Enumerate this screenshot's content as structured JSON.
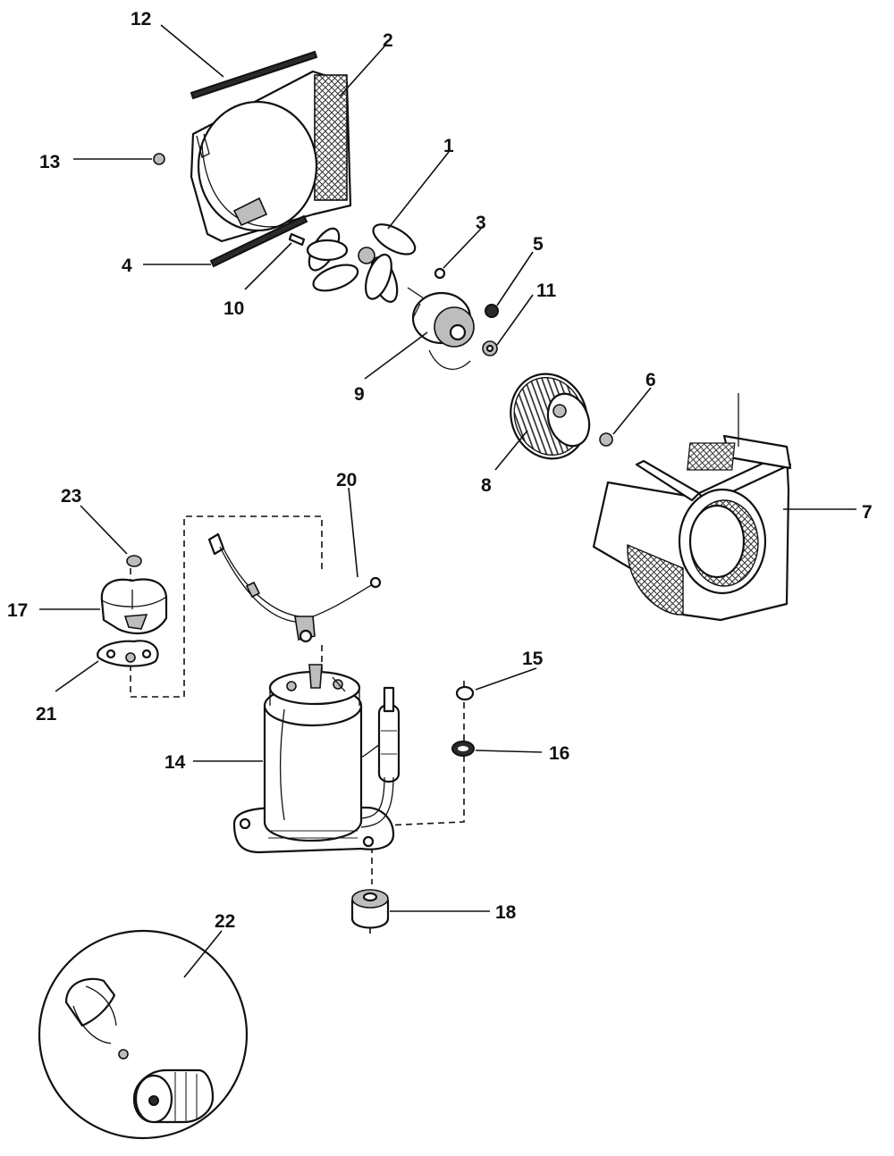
{
  "diagram": {
    "callouts": [
      {
        "id": "12",
        "label": "12"
      },
      {
        "id": "2",
        "label": "2"
      },
      {
        "id": "13",
        "label": "13"
      },
      {
        "id": "1",
        "label": "1"
      },
      {
        "id": "3",
        "label": "3"
      },
      {
        "id": "5",
        "label": "5"
      },
      {
        "id": "4",
        "label": "4"
      },
      {
        "id": "10",
        "label": "10"
      },
      {
        "id": "11",
        "label": "11"
      },
      {
        "id": "9",
        "label": "9"
      },
      {
        "id": "6",
        "label": "6"
      },
      {
        "id": "8",
        "label": "8"
      },
      {
        "id": "7",
        "label": "7"
      },
      {
        "id": "20",
        "label": "20"
      },
      {
        "id": "23",
        "label": "23"
      },
      {
        "id": "17",
        "label": "17"
      },
      {
        "id": "21",
        "label": "21"
      },
      {
        "id": "15",
        "label": "15"
      },
      {
        "id": "14",
        "label": "14"
      },
      {
        "id": "16",
        "label": "16"
      },
      {
        "id": "18",
        "label": "18"
      },
      {
        "id": "22",
        "label": "22"
      }
    ]
  }
}
